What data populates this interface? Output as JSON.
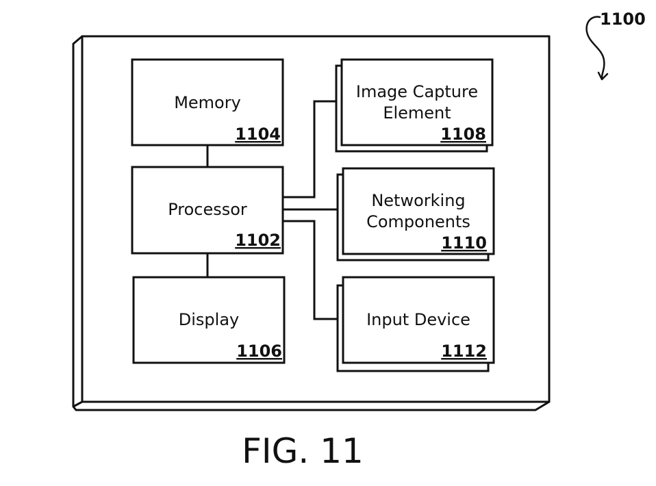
{
  "figure": {
    "reference": "1100",
    "caption": "FIG. 11"
  },
  "blocks": {
    "memory": {
      "label": "Memory",
      "ref": "1104"
    },
    "processor": {
      "label": "Processor",
      "ref": "1102"
    },
    "display": {
      "label": "Display",
      "ref": "1106"
    },
    "image_capture": {
      "label_line1": "Image Capture",
      "label_line2": "Element",
      "ref": "1108"
    },
    "networking": {
      "label_line1": "Networking",
      "label_line2": "Components",
      "ref": "1110"
    },
    "input_device": {
      "label": "Input Device",
      "ref": "1112"
    }
  }
}
